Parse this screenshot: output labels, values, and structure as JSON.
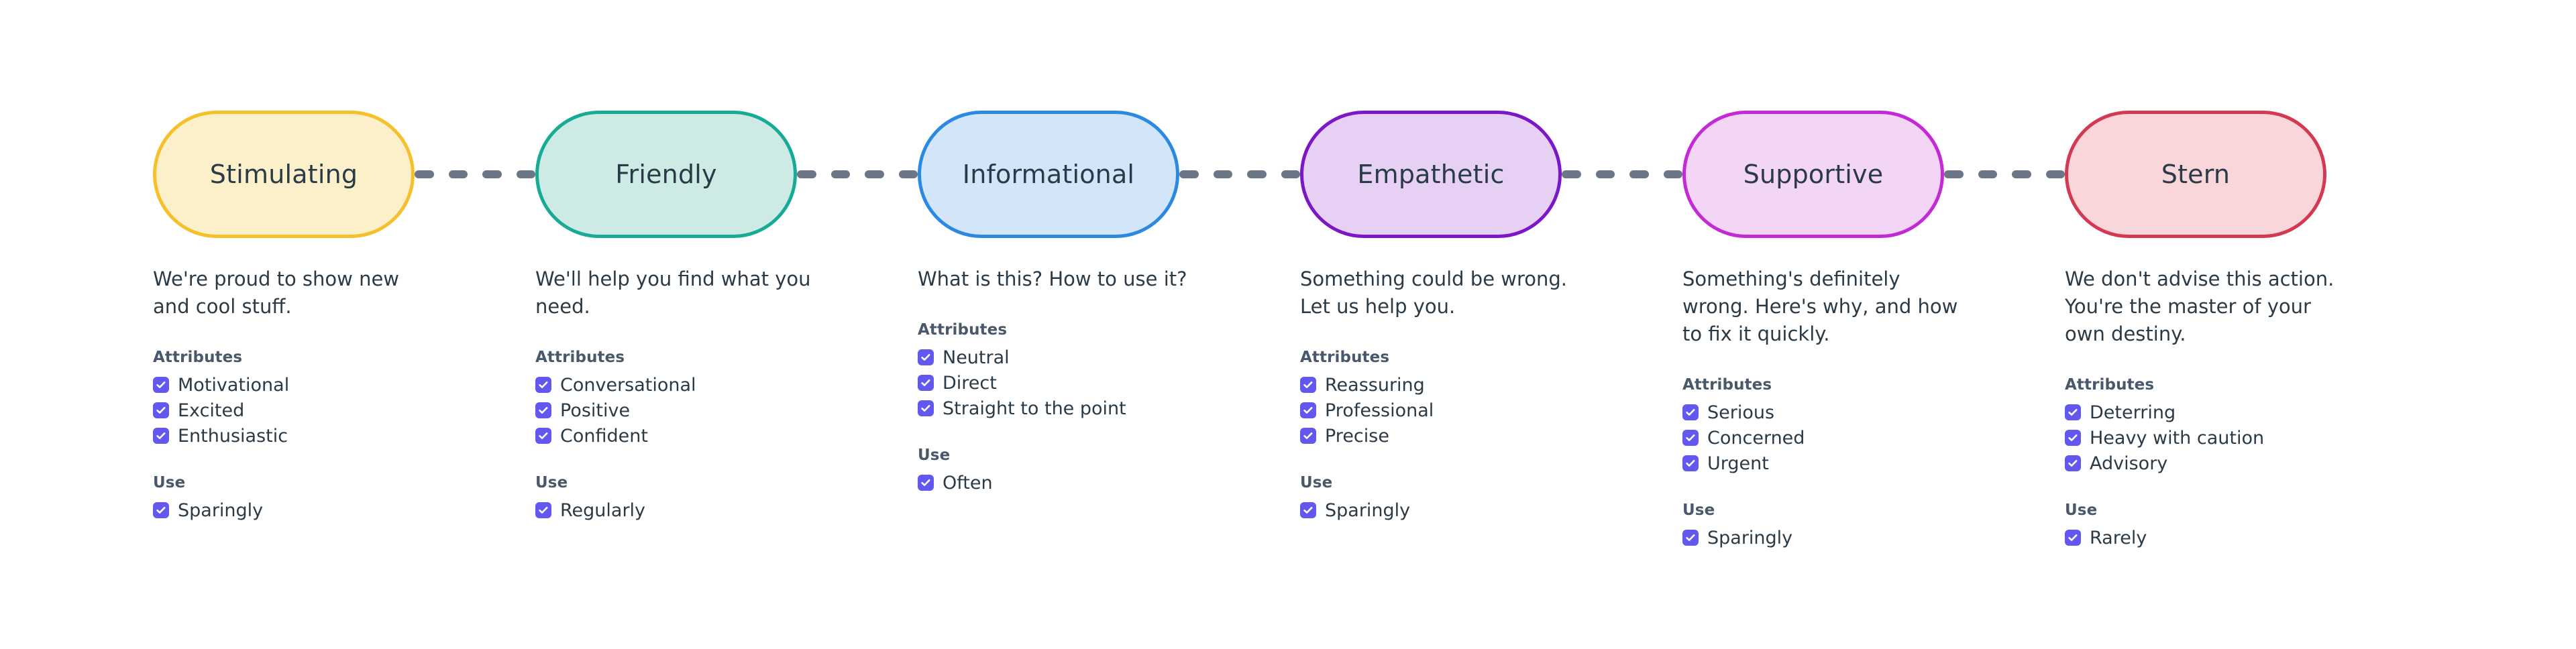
{
  "theme": {
    "background": "#ffffff",
    "text_color": "#2b3a47",
    "heading_color": "#49586a",
    "checkbox_color": "#6257ee",
    "connector_color": "#6b7787"
  },
  "labels": {
    "attributes_heading": "Attributes",
    "use_heading": "Use",
    "check_icon": "check-icon",
    "dash_icon": "dash-icon"
  },
  "tones": [
    {
      "name": "Stimulating",
      "fill": "#fcf0cb",
      "border": "#f5c02a",
      "description": "We're proud to show new and cool stuff.",
      "attributes": [
        "Motivational",
        "Excited",
        "Enthusiastic"
      ],
      "use": [
        "Sparingly"
      ]
    },
    {
      "name": "Friendly",
      "fill": "#cdeae4",
      "border": "#17ab96",
      "description": "We'll help you find what you need.",
      "attributes": [
        "Conversational",
        "Positive",
        "Confident"
      ],
      "use": [
        "Regularly"
      ]
    },
    {
      "name": "Informational",
      "fill": "#d3e5f8",
      "border": "#2b8ae0",
      "description": "What is this? How to use it?",
      "attributes": [
        "Neutral",
        "Direct",
        "Straight to the point"
      ],
      "use": [
        "Often"
      ]
    },
    {
      "name": "Empathetic",
      "fill": "#e6d1f4",
      "border": "#7c17c7",
      "description": "Something could be wrong. Let us help you.",
      "attributes": [
        "Reassuring",
        "Professional",
        "Precise"
      ],
      "use": [
        "Sparingly"
      ]
    },
    {
      "name": "Supportive",
      "fill": "#f3d5f5",
      "border": "#c429d6",
      "description": "Something's definitely wrong. Here's why, and how to fix it quickly.",
      "attributes": [
        "Serious",
        "Concerned",
        "Urgent"
      ],
      "use": [
        "Sparingly"
      ]
    },
    {
      "name": "Stern",
      "fill": "#f8d6da",
      "border": "#d33a52",
      "description": "We don't advise this action. You're the master of your own destiny.",
      "attributes": [
        "Deterring",
        "Heavy with caution",
        "Advisory"
      ],
      "use": [
        "Rarely"
      ]
    }
  ]
}
